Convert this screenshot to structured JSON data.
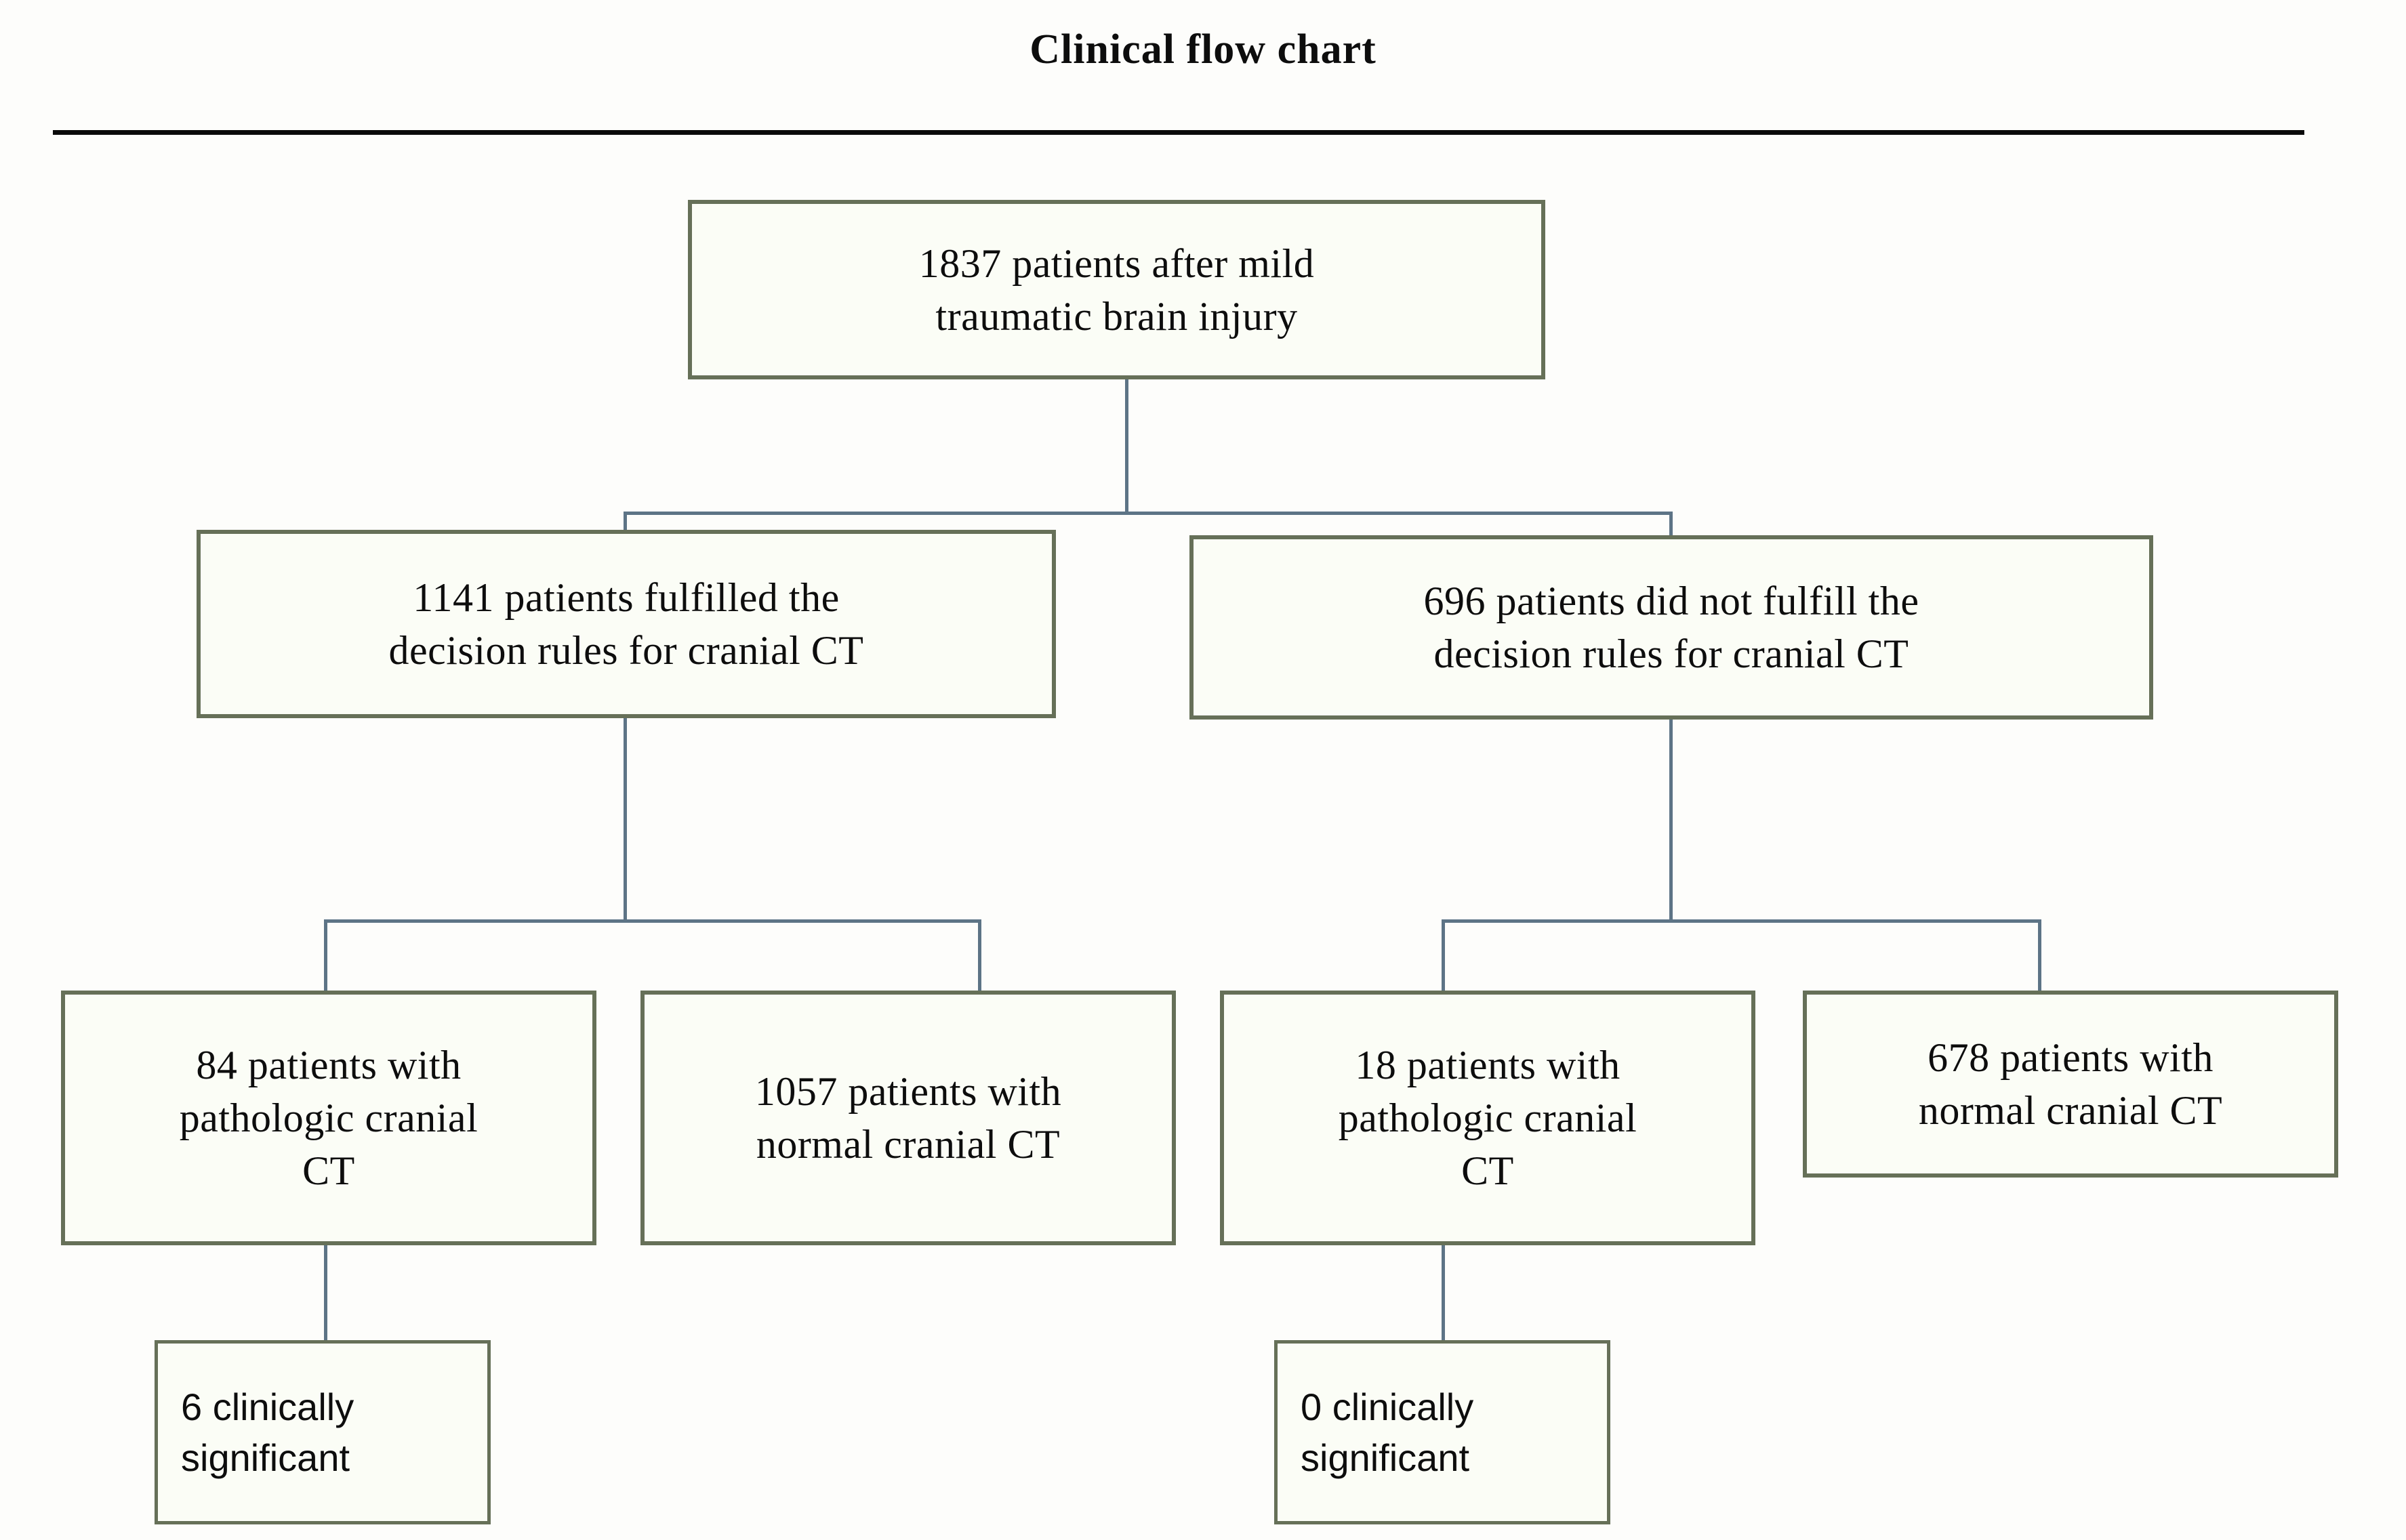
{
  "chart_data": {
    "type": "diagram",
    "diagram_kind": "clinical-flow-chart",
    "title": "Clinical flow chart",
    "nodes": [
      {
        "id": "root",
        "count": 1837,
        "label": "1837  patients after mild\ntraumatic  brain injury"
      },
      {
        "id": "fulfilled",
        "count": 1141,
        "label": "1141  patients fulfilled  the\ndecision rules for cranial CT"
      },
      {
        "id": "not-fulfilled",
        "count": 696,
        "label": "696 patients did not fulfill  the\ndecision rules for cranial CT"
      },
      {
        "id": "f-pathologic",
        "count": 84,
        "label": "84  patients with\npathologic cranial\nCT"
      },
      {
        "id": "f-normal",
        "count": 1057,
        "label": "1057  patients with\nnormal  cranial CT"
      },
      {
        "id": "nf-pathologic",
        "count": 18,
        "label": "18 patients with\npathologic cranial\nCT"
      },
      {
        "id": "nf-normal",
        "count": 678,
        "label": "678  patients with\nnormal  cranial CT"
      },
      {
        "id": "f-significant",
        "count": 6,
        "label": "6 clinically\nsignificant"
      },
      {
        "id": "nf-significant",
        "count": 0,
        "label": "0 clinically\nsignificant"
      }
    ],
    "edges": [
      {
        "from": "root",
        "to": "fulfilled"
      },
      {
        "from": "root",
        "to": "not-fulfilled"
      },
      {
        "from": "fulfilled",
        "to": "f-pathologic"
      },
      {
        "from": "fulfilled",
        "to": "f-normal"
      },
      {
        "from": "not-fulfilled",
        "to": "nf-pathologic"
      },
      {
        "from": "not-fulfilled",
        "to": "nf-normal"
      },
      {
        "from": "f-pathologic",
        "to": "f-significant"
      },
      {
        "from": "nf-pathologic",
        "to": "nf-significant"
      }
    ]
  },
  "header": {
    "title": "Clinical flow chart"
  },
  "colors": {
    "box_border": "#667058",
    "box_fill": "#fbfdf6",
    "connector": "#5d7486",
    "rule": "#0a0a0a",
    "text": "#0d0d0d",
    "page_background": "#fdfdfb"
  },
  "flow": {
    "level1": {
      "root": {
        "line1": "1837  patients after mild",
        "line2": "traumatic  brain injury"
      }
    },
    "level2": {
      "fulfilled": {
        "line1": "1141  patients fulfilled  the",
        "line2": "decision rules for cranial CT"
      },
      "not_fulfilled": {
        "line1": "696 patients did not fulfill  the",
        "line2": "decision rules for cranial CT"
      }
    },
    "level3": {
      "fulfilled_pathologic": {
        "line1": "84  patients with",
        "line2": "pathologic cranial",
        "line3": "CT"
      },
      "fulfilled_normal": {
        "line1": "1057  patients with",
        "line2": "normal  cranial CT"
      },
      "not_fulfilled_pathologic": {
        "line1": "18 patients with",
        "line2": "pathologic cranial",
        "line3": "CT"
      },
      "not_fulfilled_normal": {
        "line1": "678  patients with",
        "line2": "normal  cranial CT"
      }
    },
    "level4": {
      "fulfilled_significant": {
        "line1": "6 clinically",
        "line2": "significant"
      },
      "not_fulfilled_significant": {
        "line1": "0 clinically",
        "line2": "significant"
      }
    }
  }
}
